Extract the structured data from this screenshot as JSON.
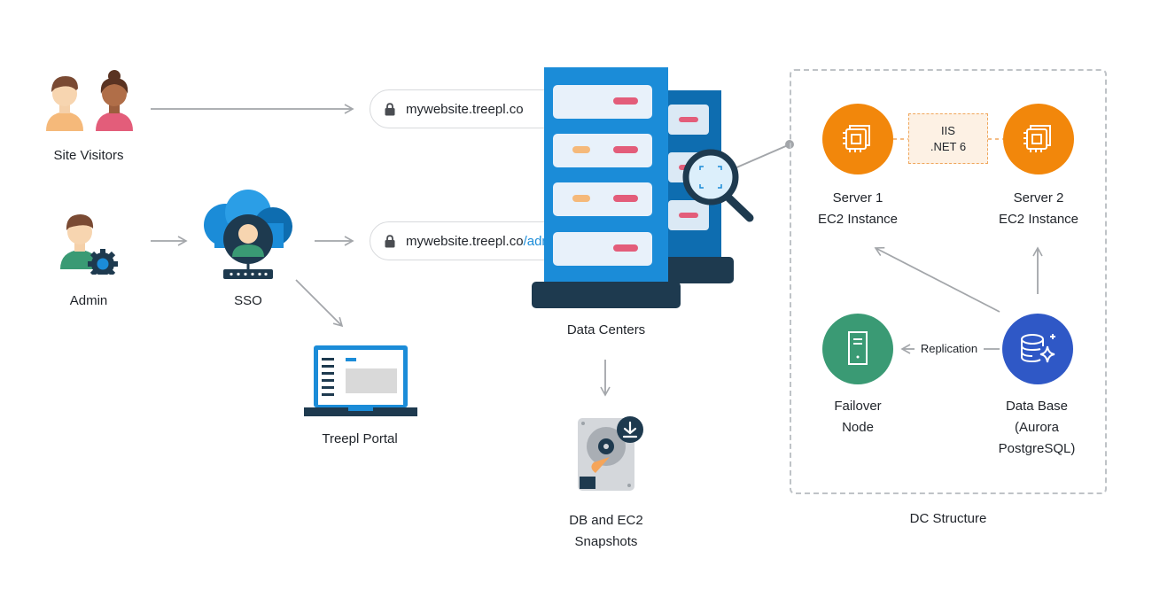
{
  "nodes": {
    "site_visitors": "Site Visitors",
    "admin": "Admin",
    "sso": "SSO",
    "portal": "Treepl Portal",
    "data_centers": "Data Centers",
    "snapshots_line1": "DB and EC2",
    "snapshots_line2": "Snapshots",
    "dc_structure": "DC Structure"
  },
  "urls": {
    "site": "mywebsite.treepl.co",
    "admin_base": "mywebsite.treepl.co",
    "admin_path": "/admin"
  },
  "dc": {
    "server1_line1": "Server 1",
    "server1_line2": "EC2 Instance",
    "server2_line1": "Server 2",
    "server2_line2": "EC2 Instance",
    "iis_line1": "IIS",
    "iis_line2": ".NET 6",
    "failover_line1": "Failover",
    "failover_line2": "Node",
    "db_line1": "Data Base",
    "db_line2": "(Aurora",
    "db_line3": "PostgreSQL)",
    "replication": "Replication"
  },
  "colors": {
    "arrow": "#a3a6aa",
    "server_blue": "#1b8cd8",
    "server_dark_blue": "#0e6db0",
    "navy": "#1e3a4f",
    "orange": "#f2870b",
    "green": "#3a9a74",
    "db_blue": "#2f58c6",
    "accent_link": "#1b8cd8"
  },
  "icons": {
    "visitors": "people-icon",
    "admin": "admin-gear-icon",
    "sso": "cloud-user-icon",
    "portal": "laptop-icon",
    "dc": "server-rack-icon",
    "snapshot": "hard-drive-icon",
    "ec2": "chip-icon",
    "failover": "server-icon",
    "db": "database-icon"
  }
}
